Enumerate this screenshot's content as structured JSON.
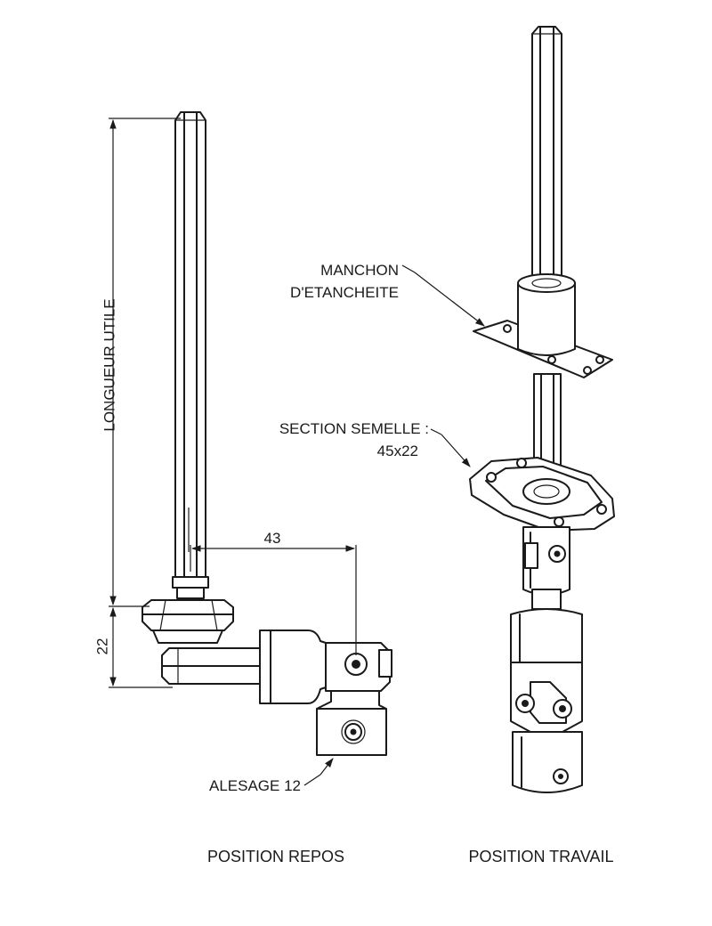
{
  "labels": {
    "longueur": "LONGUEUR UTILE",
    "dim_43": "43",
    "dim_22": "22",
    "manchon_line1": "MANCHON",
    "manchon_line2": "D'ETANCHEITE",
    "section_line1": "SECTION SEMELLE :",
    "section_line2": "45x22",
    "alesage": "ALESAGE 12",
    "position_repos": "POSITION REPOS",
    "position_travail": "POSITION TRAVAIL"
  },
  "colors": {
    "line": "#1a1a1a",
    "background": "#ffffff"
  }
}
